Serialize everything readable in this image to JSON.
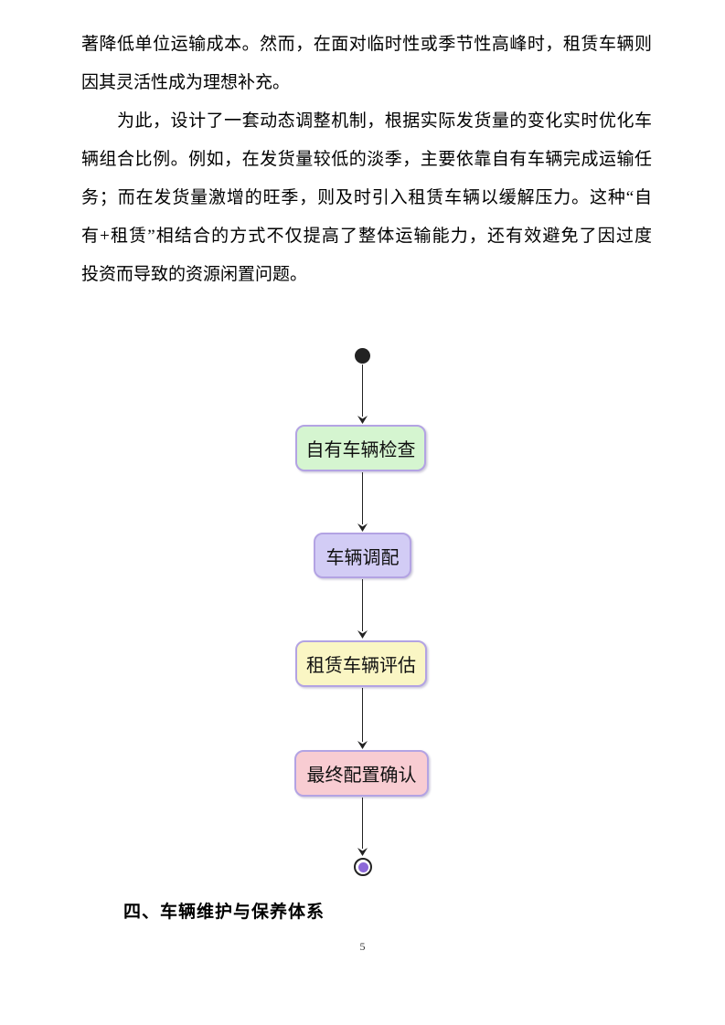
{
  "document": {
    "paragraphs": [
      {
        "lines": [
          "著降低单位运输成本。然而，在面对临时性或季节性高峰时，租赁车辆则",
          "因其灵活性成为理想补充。"
        ]
      },
      {
        "lines": [
          "为此，设计了一套动态调整机制，根据实际发货量的变化实时优化车",
          "辆组合比例。例如，在发货量较低的淡季，主要依靠自有车辆完成运输任",
          "务；而在发货量激增的旺季，则及时引入租赁车辆以缓解压力。这种“自",
          "有+租赁”相结合的方式不仅提高了整体运输能力，还有效避免了因过度",
          "投资而导致的资源闲置问题。"
        ]
      }
    ],
    "heading": "四、车辆维护与保养体系",
    "page_number": "5"
  },
  "flowchart": {
    "type": "activity-diagram",
    "direction": "top-to-bottom",
    "sequence": [
      "start",
      "自有车辆检查",
      "车辆调配",
      "租赁车辆评估",
      "最终配置确认",
      "end"
    ],
    "nodes": [
      {
        "label": "自有车辆检查",
        "fill": "#d5f5d0"
      },
      {
        "label": "车辆调配",
        "fill": "#d2ccf5"
      },
      {
        "label": "租赁车辆评估",
        "fill": "#faf6c4"
      },
      {
        "label": "最终配置确认",
        "fill": "#f8ccd2"
      }
    ],
    "border_color": "#b3a3e3",
    "arrow_color": "#222222",
    "start_node_color": "#222222",
    "end_node_color": "#8c68d8"
  }
}
